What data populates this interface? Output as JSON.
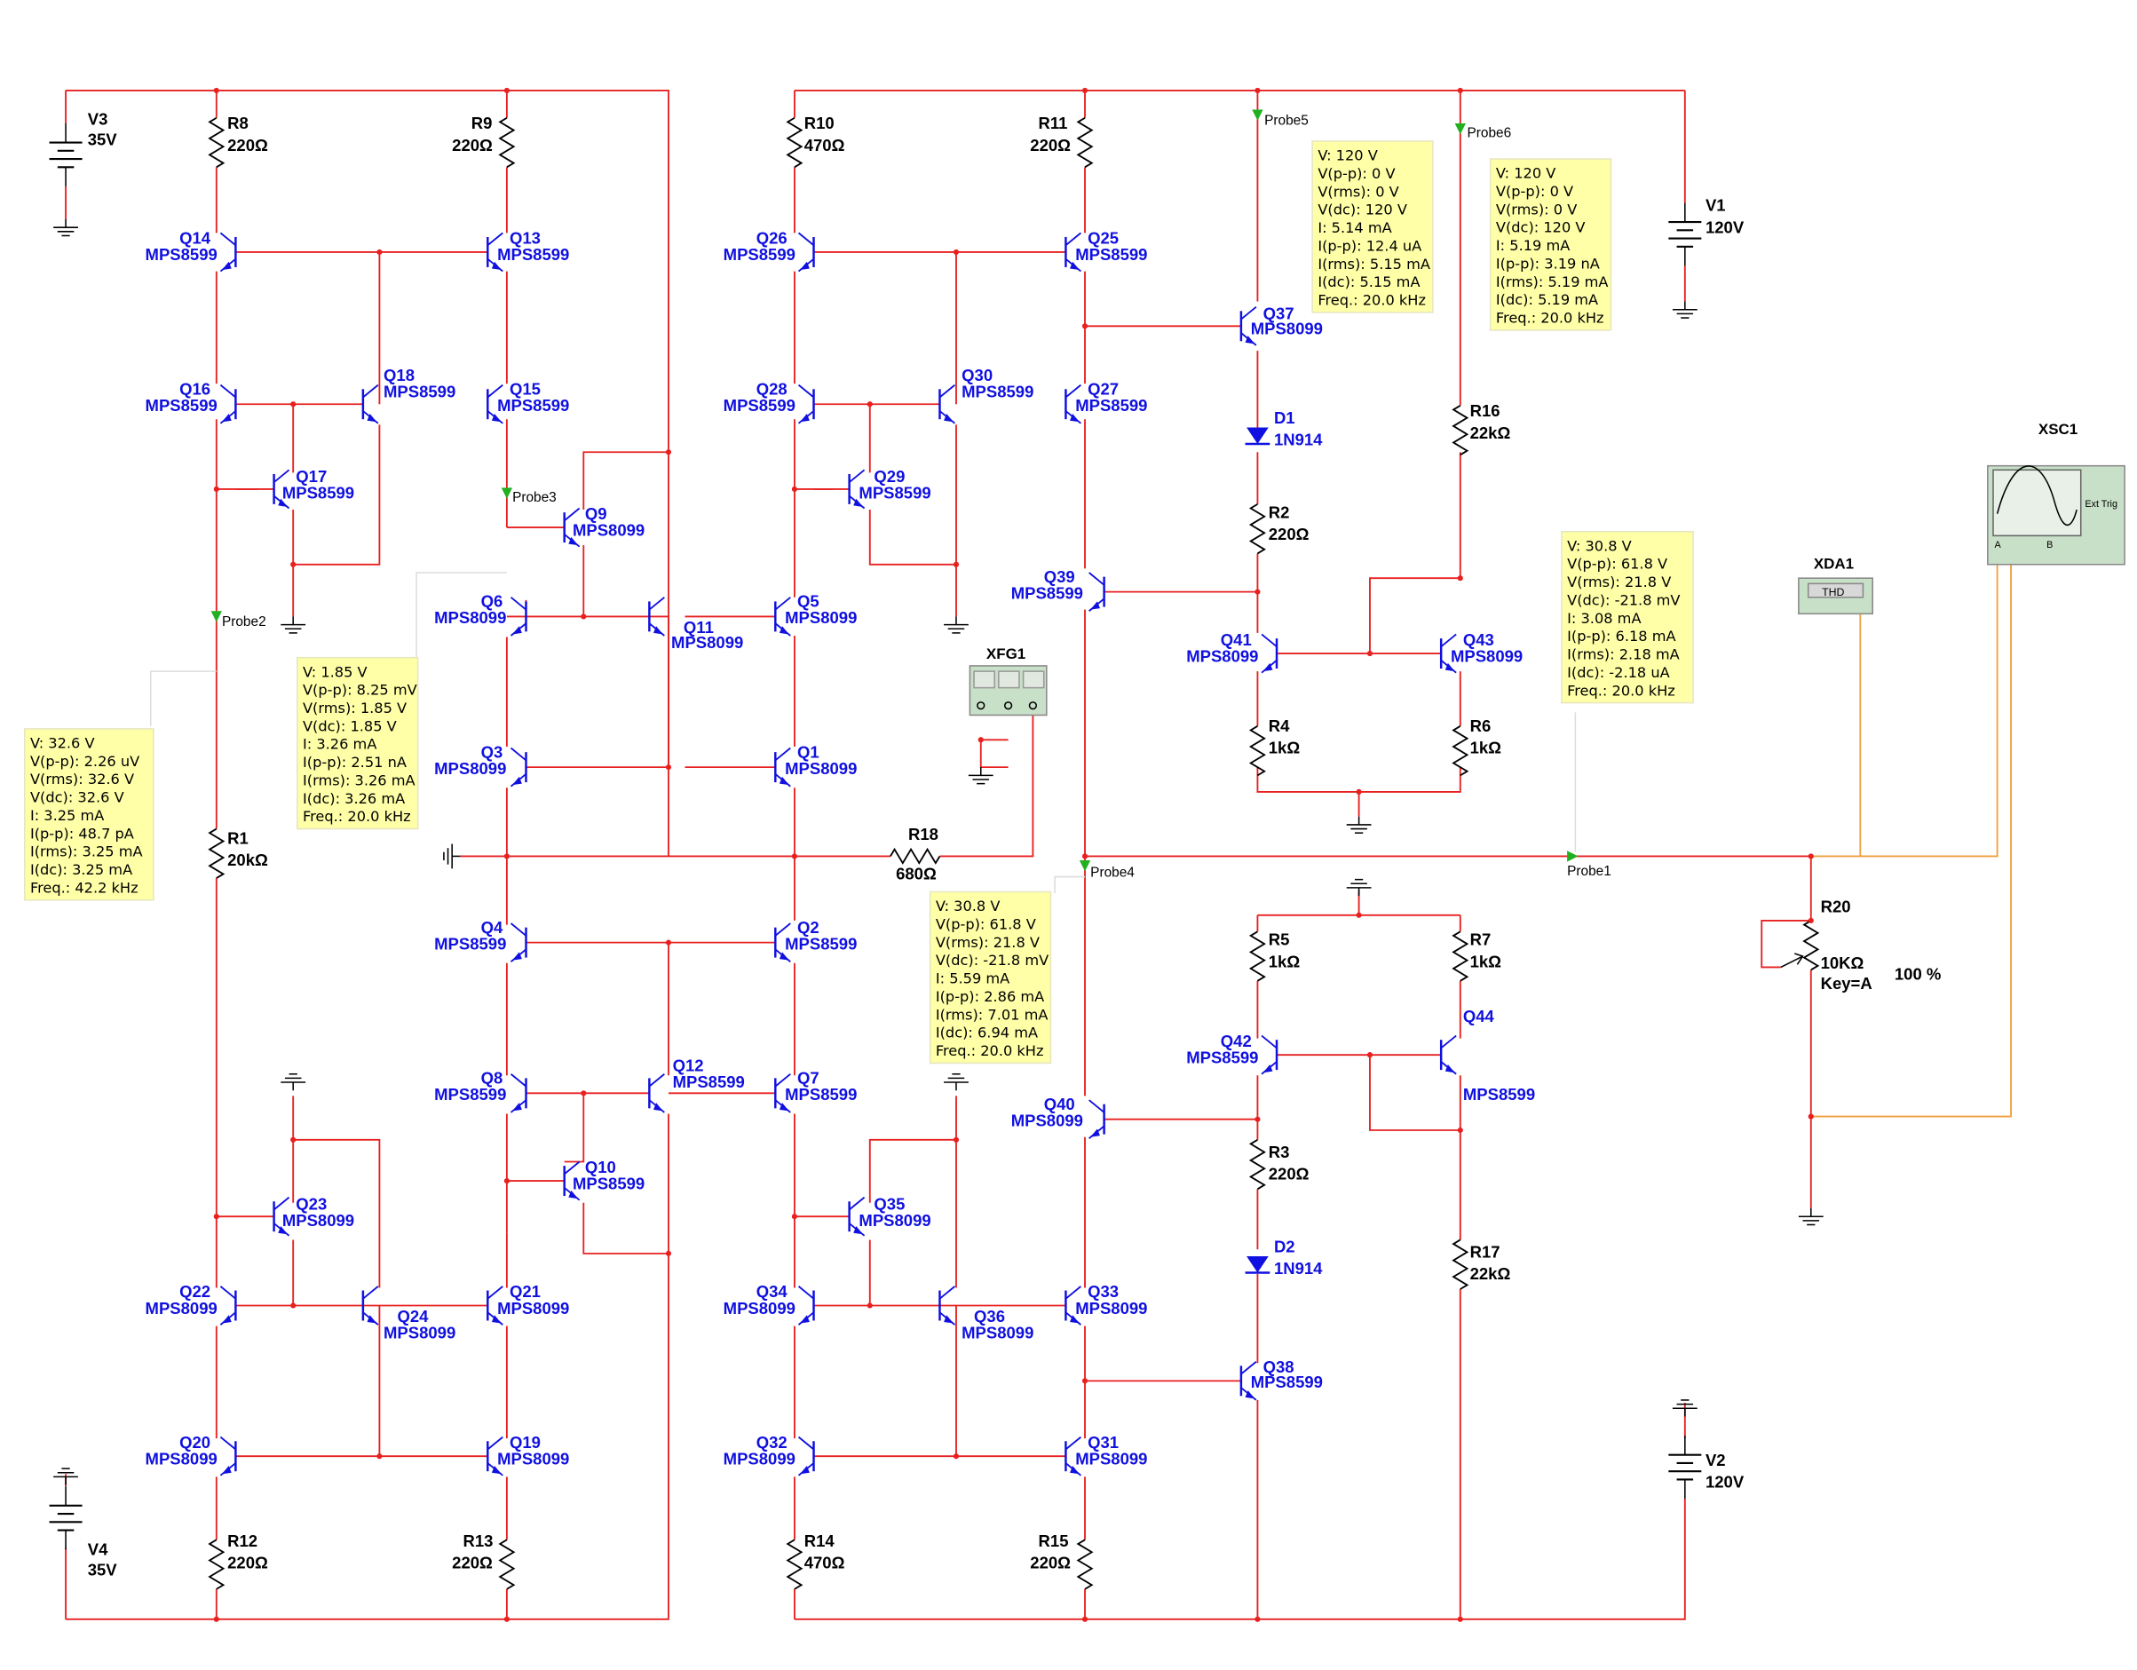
{
  "sources": {
    "V3": {
      "name": "V3",
      "value": "35V"
    },
    "V4": {
      "name": "V4",
      "value": "35V"
    },
    "V1": {
      "name": "V1",
      "value": "120V"
    },
    "V2": {
      "name": "V2",
      "value": "120V"
    }
  },
  "resistors": {
    "R8": {
      "name": "R8",
      "value": "220Ω"
    },
    "R9": {
      "name": "R9",
      "value": "220Ω"
    },
    "R10": {
      "name": "R10",
      "value": "470Ω"
    },
    "R11": {
      "name": "R11",
      "value": "220Ω"
    },
    "R16": {
      "name": "R16",
      "value": "22kΩ"
    },
    "R2": {
      "name": "R2",
      "value": "220Ω"
    },
    "R4": {
      "name": "R4",
      "value": "1kΩ"
    },
    "R6": {
      "name": "R6",
      "value": "1kΩ"
    },
    "R1": {
      "name": "R1",
      "value": "20kΩ"
    },
    "R18": {
      "name": "R18",
      "value": "680Ω"
    },
    "R5": {
      "name": "R5",
      "value": "1kΩ"
    },
    "R7": {
      "name": "R7",
      "value": "1kΩ"
    },
    "R3": {
      "name": "R3",
      "value": "220Ω"
    },
    "R17": {
      "name": "R17",
      "value": "22kΩ"
    },
    "R12": {
      "name": "R12",
      "value": "220Ω"
    },
    "R13": {
      "name": "R13",
      "value": "220Ω"
    },
    "R14": {
      "name": "R14",
      "value": "470Ω"
    },
    "R15": {
      "name": "R15",
      "value": "220Ω"
    }
  },
  "pot": {
    "name": "R20",
    "value": "10KΩ",
    "key": "Key=A",
    "setting": "100 %"
  },
  "transistors": {
    "Q14": {
      "name": "Q14",
      "part": "MPS8599"
    },
    "Q13": {
      "name": "Q13",
      "part": "MPS8599"
    },
    "Q16": {
      "name": "Q16",
      "part": "MPS8599"
    },
    "Q18": {
      "name": "Q18",
      "part": "MPS8599"
    },
    "Q15": {
      "name": "Q15",
      "part": "MPS8599"
    },
    "Q17": {
      "name": "Q17",
      "part": "MPS8599"
    },
    "Q9": {
      "name": "Q9",
      "part": "MPS8099"
    },
    "Q6": {
      "name": "Q6",
      "part": "MPS8099"
    },
    "Q11": {
      "name": "Q11",
      "part": "MPS8099"
    },
    "Q5": {
      "name": "Q5",
      "part": "MPS8099"
    },
    "Q3": {
      "name": "Q3",
      "part": "MPS8099"
    },
    "Q1": {
      "name": "Q1",
      "part": "MPS8099"
    },
    "Q4": {
      "name": "Q4",
      "part": "MPS8599"
    },
    "Q2": {
      "name": "Q2",
      "part": "MPS8599"
    },
    "Q8": {
      "name": "Q8",
      "part": "MPS8599"
    },
    "Q12": {
      "name": "Q12",
      "part": "MPS8599"
    },
    "Q7": {
      "name": "Q7",
      "part": "MPS8599"
    },
    "Q10": {
      "name": "Q10",
      "part": "MPS8599"
    },
    "Q26": {
      "name": "Q26",
      "part": "MPS8599"
    },
    "Q25": {
      "name": "Q25",
      "part": "MPS8599"
    },
    "Q28": {
      "name": "Q28",
      "part": "MPS8599"
    },
    "Q30": {
      "name": "Q30",
      "part": "MPS8599"
    },
    "Q27": {
      "name": "Q27",
      "part": "MPS8599"
    },
    "Q29": {
      "name": "Q29",
      "part": "MPS8599"
    },
    "Q23": {
      "name": "Q23",
      "part": "MPS8099"
    },
    "Q22": {
      "name": "Q22",
      "part": "MPS8099"
    },
    "Q24": {
      "name": "Q24",
      "part": "MPS8099"
    },
    "Q21": {
      "name": "Q21",
      "part": "MPS8099"
    },
    "Q20": {
      "name": "Q20",
      "part": "MPS8099"
    },
    "Q19": {
      "name": "Q19",
      "part": "MPS8099"
    },
    "Q35": {
      "name": "Q35",
      "part": "MPS8099"
    },
    "Q34": {
      "name": "Q34",
      "part": "MPS8099"
    },
    "Q36": {
      "name": "Q36",
      "part": "MPS8099"
    },
    "Q33": {
      "name": "Q33",
      "part": "MPS8099"
    },
    "Q32": {
      "name": "Q32",
      "part": "MPS8099"
    },
    "Q31": {
      "name": "Q31",
      "part": "MPS8099"
    },
    "Q37": {
      "name": "Q37",
      "part": "MPS8099"
    },
    "Q39": {
      "name": "Q39",
      "part": "MPS8599"
    },
    "Q41": {
      "name": "Q41",
      "part": "MPS8099"
    },
    "Q43": {
      "name": "Q43",
      "part": "MPS8099"
    },
    "Q42": {
      "name": "Q42",
      "part": "MPS8599"
    },
    "Q44": {
      "name": "Q44",
      "part": "MPS8599"
    },
    "Q40": {
      "name": "Q40",
      "part": "MPS8099"
    },
    "Q38": {
      "name": "Q38",
      "part": "MPS8599"
    }
  },
  "diodes": {
    "D1": {
      "name": "D1",
      "part": "1N914"
    },
    "D2": {
      "name": "D2",
      "part": "1N914"
    }
  },
  "instruments": {
    "xfg1": "XFG1",
    "xda1": "XDA1",
    "xda1_screen": "THD",
    "xsc1": "XSC1",
    "xsc1_ext": "Ext Trig",
    "xsc1_a": "A",
    "xsc1_b": "B"
  },
  "probes": {
    "p1": "Probe1",
    "p2": "Probe2",
    "p3": "Probe3",
    "p4": "Probe4",
    "p5": "Probe5",
    "p6": "Probe6"
  },
  "probe_boxes": {
    "probe5": [
      "V: 120 V",
      "V(p-p): 0 V",
      "V(rms): 0 V",
      "V(dc): 120 V",
      "I: 5.14 mA",
      "I(p-p): 12.4 uA",
      "I(rms): 5.15 mA",
      "I(dc): 5.15 mA",
      "Freq.: 20.0 kHz"
    ],
    "probe6": [
      "V: 120 V",
      "V(p-p): 0 V",
      "V(rms): 0 V",
      "V(dc): 120 V",
      "I: 5.19 mA",
      "I(p-p): 3.19 nA",
      "I(rms): 5.19 mA",
      "I(dc): 5.19 mA",
      "Freq.: 20.0 kHz"
    ],
    "probe3": [
      "V: 1.85 V",
      "V(p-p): 8.25 mV",
      "V(rms): 1.85 V",
      "V(dc): 1.85 V",
      "I: 3.26 mA",
      "I(p-p): 2.51 nA",
      "I(rms): 3.26 mA",
      "I(dc): 3.26 mA",
      "Freq.: 20.0 kHz"
    ],
    "probe2": [
      "V: 32.6 V",
      "V(p-p): 2.26 uV",
      "V(rms): 32.6 V",
      "V(dc): 32.6 V",
      "I: 3.25 mA",
      "I(p-p): 48.7 pA",
      "I(rms): 3.25 mA",
      "I(dc): 3.25 mA",
      "Freq.: 42.2 kHz"
    ],
    "probe1": [
      "V: 30.8 V",
      "V(p-p): 61.8 V",
      "V(rms): 21.8 V",
      "V(dc): -21.8 mV",
      "I: 3.08 mA",
      "I(p-p): 6.18 mA",
      "I(rms): 2.18 mA",
      "I(dc): -2.18 uA",
      "Freq.: 20.0 kHz"
    ],
    "probe4": [
      "V: 30.8 V",
      "V(p-p): 61.8 V",
      "V(rms): 21.8 V",
      "V(dc): -21.8 mV",
      "I: 5.59 mA",
      "I(p-p): 2.86 mA",
      "I(rms): 7.01 mA",
      "I(dc): 6.94 mA",
      "Freq.: 20.0 kHz"
    ]
  },
  "colors": {
    "wire": "#e82020",
    "component": "#1010e0",
    "instrument_wire": "#f0a040",
    "probe": "#20b020",
    "probe_box": "#ffffa8"
  }
}
